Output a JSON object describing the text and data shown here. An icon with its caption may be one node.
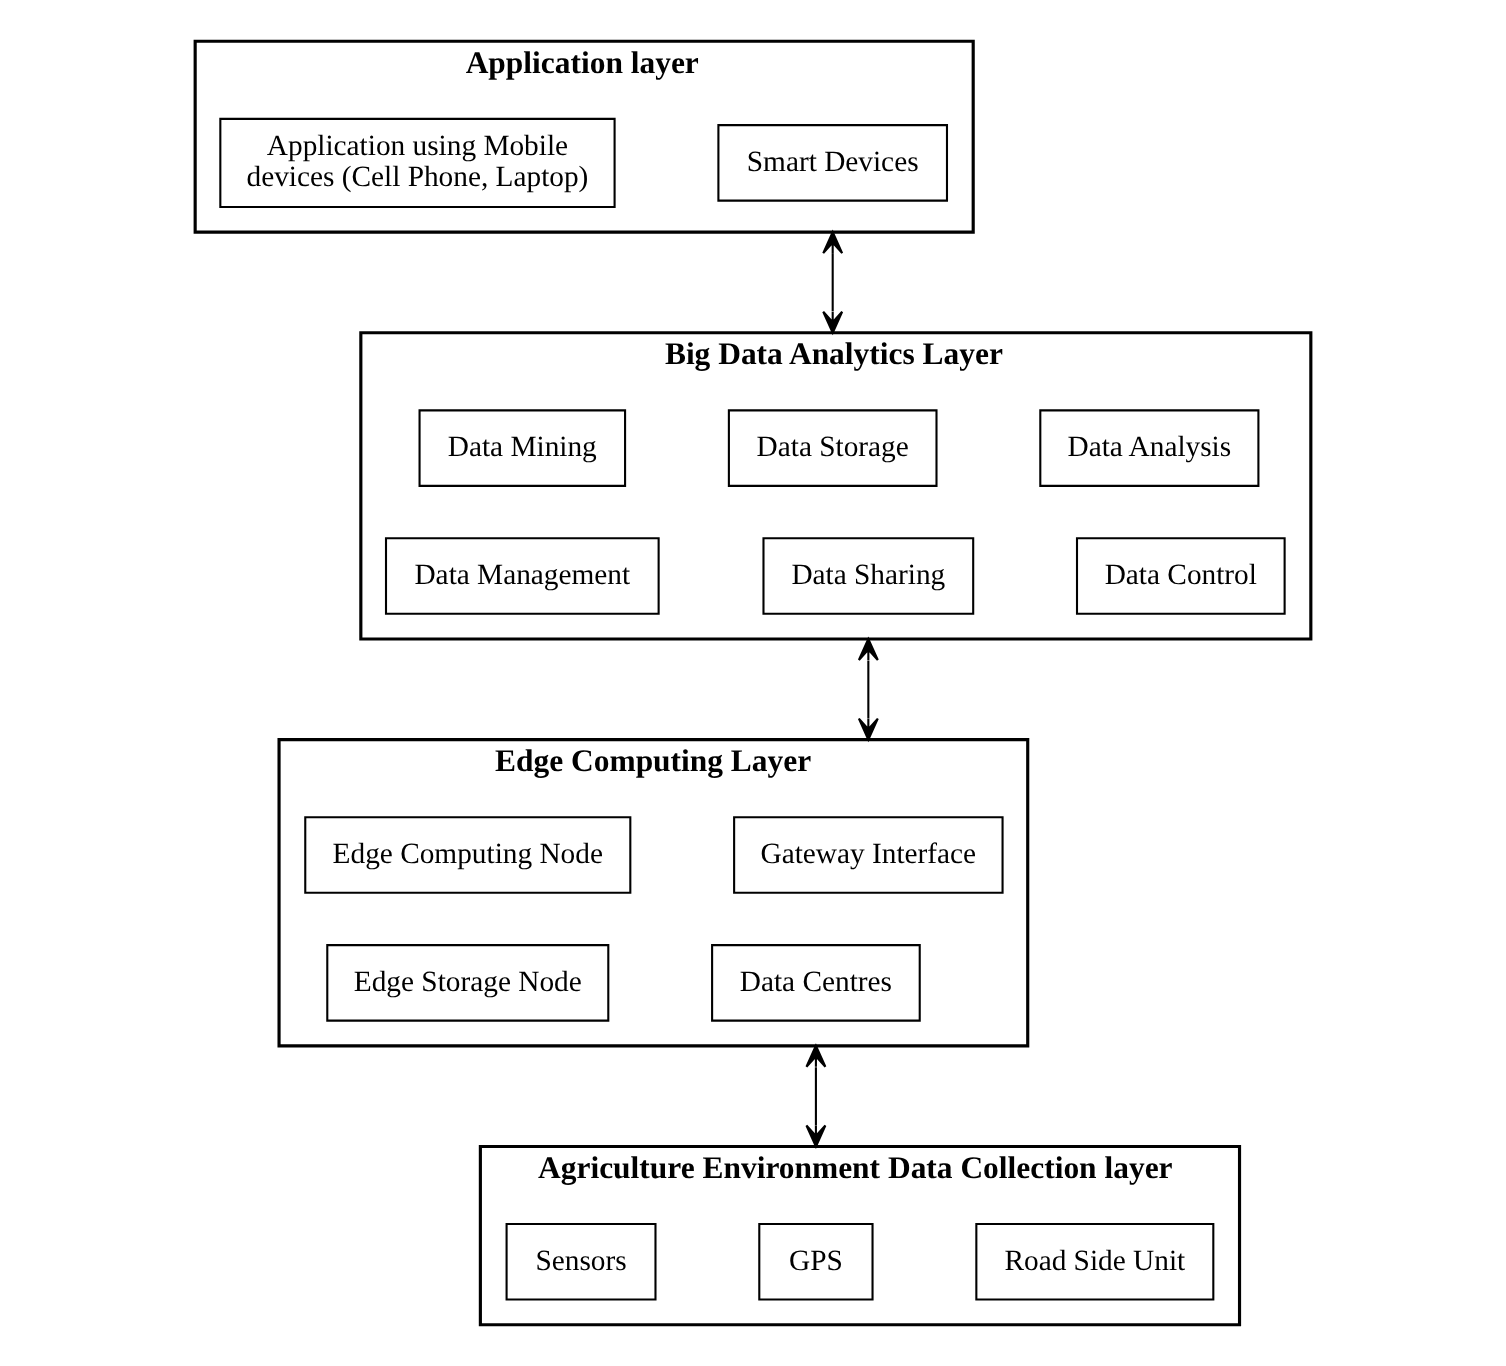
{
  "diagram": {
    "nodes": [
      {
        "text": [
          "Application layer"
        ]
      },
      {
        "text": [
          "Application using Mobile devices (Cell Phone, Laptop)"
        ],
        "in": 0
      },
      {
        "text": [
          "Smart Devices"
        ],
        "in": 0
      },
      {
        "text": [
          "Big Data Analytics Layer"
        ]
      },
      {
        "text": [
          "Data Mining"
        ],
        "in": 3
      },
      {
        "text": [
          "Data Storage"
        ],
        "in": 3
      },
      {
        "text": [
          "Data Analysis"
        ],
        "in": 3
      },
      {
        "text": [
          "Data Management"
        ],
        "in": 3
      },
      {
        "text": [
          "Data Sharing"
        ],
        "in": 3
      },
      {
        "text": [
          "Data Control"
        ],
        "in": 3
      },
      {
        "text": [
          "Edge Computing Layer"
        ]
      },
      {
        "text": [
          "Edge Computing Node"
        ],
        "in": 10
      },
      {
        "text": [
          "Gateway Interface"
        ],
        "in": 10
      },
      {
        "text": [
          "Edge Storage Node"
        ],
        "in": 10
      },
      {
        "text": [
          "Data Centres"
        ],
        "in": 10
      },
      {
        "text": [
          "Agriculture Environment Data Collection layer"
        ]
      },
      {
        "text": [
          "Sensors"
        ],
        "in": 15
      },
      {
        "text": [
          "GPS"
        ],
        "in": 15
      },
      {
        "text": [
          "Road Side Unit"
        ],
        "in": 15
      }
    ],
    "edges": [
      {
        "from": 0,
        "to": 3,
        "arrow": "both"
      },
      {
        "from": 3,
        "to": 10,
        "arrow": "both"
      },
      {
        "from": 10,
        "to": 15,
        "arrow": "both"
      }
    ]
  }
}
